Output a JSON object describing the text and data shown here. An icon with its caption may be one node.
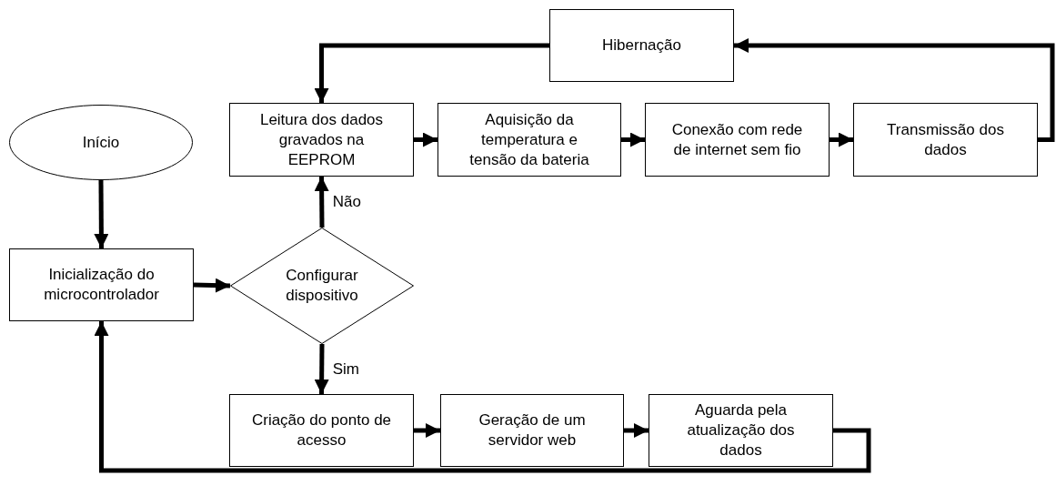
{
  "diagram": {
    "nodes": [
      {
        "text": [
          "Hibernação"
        ]
      },
      {
        "text": [
          "Início"
        ]
      },
      {
        "text": [
          "Leitura dos dados gravados na EEPROM"
        ]
      },
      {
        "text": [
          "Aquisição da temperatura e tensão da bateria"
        ]
      },
      {
        "text": [
          "Conexão com rede de internet sem fio"
        ]
      },
      {
        "text": [
          "Transmissão dos dados"
        ]
      },
      {
        "text": [
          "Inicialização do microcontrolador"
        ]
      },
      {
        "text": [
          "Configurar dispositivo"
        ]
      },
      {
        "text": [
          "Criação do ponto de acesso"
        ]
      },
      {
        "text": [
          "Geração de um servidor web"
        ]
      },
      {
        "text": [
          "Aguarda pela atualização dos dados"
        ]
      }
    ],
    "edges": [
      {
        "from": 1,
        "to": 6,
        "arrow": "to"
      },
      {
        "from": 6,
        "to": 7,
        "arrow": "to"
      },
      {
        "from": 7,
        "to": 2,
        "arrow": "to",
        "label": "Não"
      },
      {
        "from": 2,
        "to": 3,
        "arrow": "to"
      },
      {
        "from": 3,
        "to": 4,
        "arrow": "to"
      },
      {
        "from": 4,
        "to": 5,
        "arrow": "to"
      },
      {
        "from": 5,
        "to": 0,
        "arrow": "to"
      },
      {
        "from": 0,
        "to": 2,
        "arrow": "to"
      },
      {
        "from": 7,
        "to": 8,
        "arrow": "to",
        "label": "Sim"
      },
      {
        "from": 8,
        "to": 9,
        "arrow": "to"
      },
      {
        "from": 9,
        "to": 10,
        "arrow": "to"
      },
      {
        "from": 10,
        "to": 6,
        "arrow": "to"
      }
    ]
  }
}
